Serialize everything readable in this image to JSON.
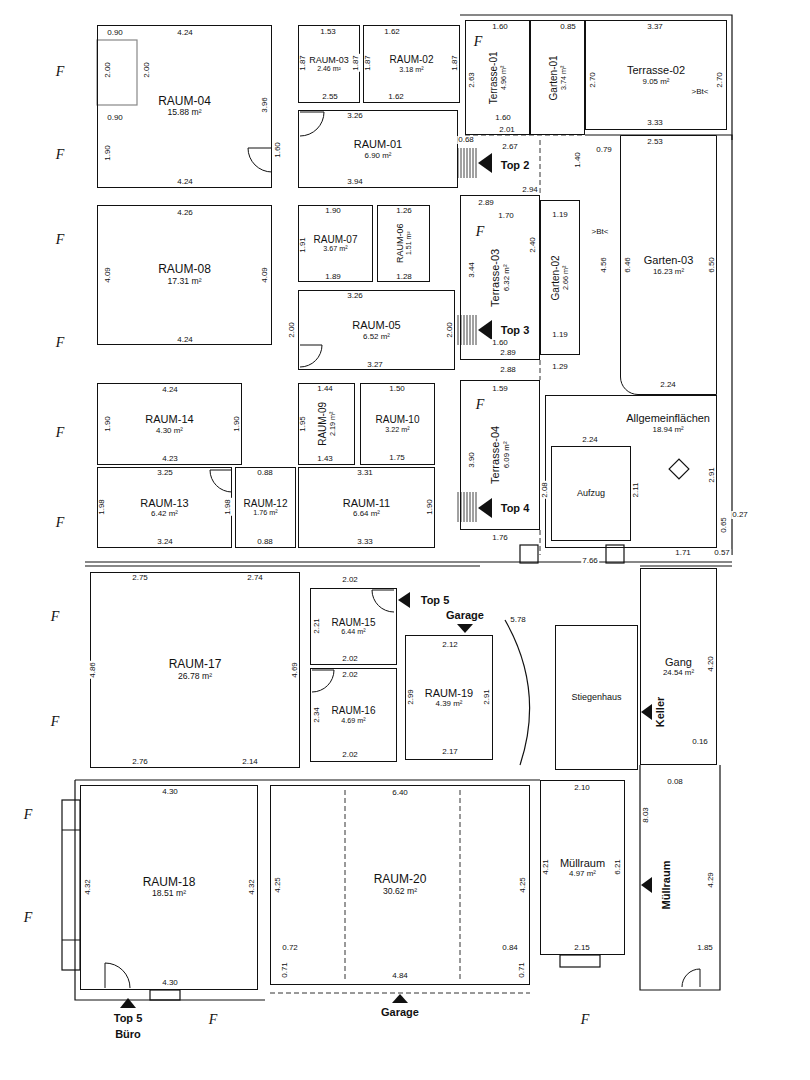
{
  "diagram": {
    "nodes": [
      {
        "text": [
          "RAUM-04",
          "15.88 m²"
        ]
      },
      {
        "text": [
          "RAUM-03",
          "2.46 m²"
        ]
      },
      {
        "text": [
          "RAUM-02",
          "3.18 m²"
        ]
      },
      {
        "text": [
          "RAUM-01",
          "6.90 m²"
        ]
      },
      {
        "text": [
          "Terrasse-01",
          "4.96 m²"
        ]
      },
      {
        "text": [
          "Garten-01",
          "3.74 m²"
        ]
      },
      {
        "text": [
          "Terrasse-02",
          "9.05 m²"
        ]
      },
      {
        "text": [
          "RAUM-08",
          "17.31 m²"
        ]
      },
      {
        "text": [
          "RAUM-07",
          "3.67 m²"
        ]
      },
      {
        "text": [
          "RAUM-06",
          "1.51 m²"
        ]
      },
      {
        "text": [
          "RAUM-05",
          "6.52 m²"
        ]
      },
      {
        "text": [
          "Terrasse-03",
          "6.32 m²"
        ]
      },
      {
        "text": [
          "Garten-02",
          "2.66 m²"
        ]
      },
      {
        "text": [
          "Garten-03",
          "16.23 m²"
        ]
      },
      {
        "text": [
          "RAUM-14",
          "4.30 m²"
        ]
      },
      {
        "text": [
          "RAUM-09",
          "2.19 m²"
        ]
      },
      {
        "text": [
          "RAUM-10",
          "3.22 m²"
        ]
      },
      {
        "text": [
          "Terrasse-04",
          "6.09 m²"
        ]
      },
      {
        "text": [
          "Allgemeinflächen",
          "18.94 m²"
        ]
      },
      {
        "text": [
          "Aufzug"
        ],
        "in": 18
      },
      {
        "text": [
          "RAUM-13",
          "6.42 m²"
        ]
      },
      {
        "text": [
          "RAUM-12",
          "1.76 m²"
        ]
      },
      {
        "text": [
          "RAUM-11",
          "6.64 m²"
        ]
      },
      {
        "text": [
          "RAUM-17",
          "26.78 m²"
        ]
      },
      {
        "text": [
          "RAUM-15",
          "6.44 m²"
        ]
      },
      {
        "text": [
          "RAUM-16",
          "4.69 m²"
        ]
      },
      {
        "text": [
          "RAUM-19",
          "4.39 m²"
        ]
      },
      {
        "text": [
          "Gang",
          "24.54 m²"
        ]
      },
      {
        "text": [
          "Stiegenhaus"
        ]
      },
      {
        "text": [
          "RAUM-18",
          "18.51 m²"
        ]
      },
      {
        "text": [
          "RAUM-20",
          "30.62 m²"
        ]
      },
      {
        "text": [
          "Müllraum",
          "4.97 m²"
        ]
      }
    ],
    "labels": [
      "0.90",
      "4.24",
      "2.00",
      "2.00",
      "0.90",
      "1.90",
      "3.96",
      "4.24",
      "1.53",
      "1.62",
      "1.87",
      "1.87",
      "1.87",
      "1.87",
      "2.55",
      "1.62",
      "3.26",
      "1.60",
      "3.94",
      "0.68",
      "1.60",
      "0.85",
      "3.37",
      "2.63",
      "2.70",
      "2.70",
      "1.60",
      "2.01",
      "2.67",
      "3.33",
      "2.53",
      "1.40",
      "0.79",
      "2.94",
      "4.26",
      "4.09",
      "4.09",
      "4.24",
      "1.90",
      "1.26",
      "1.91",
      "1.89",
      "1.28",
      "3.26",
      "2.00",
      "2.00",
      "3.27",
      "2.89",
      "1.70",
      "3.44",
      "2.40",
      "1.19",
      "1.19",
      "4.56",
      "6.46",
      "6.50",
      "1.60",
      "2.89",
      "2.88",
      "1.29",
      "2.24",
      "4.24",
      "1.90",
      "1.90",
      "4.23",
      "1.44",
      "1.50",
      "1.95",
      "1.43",
      "1.75",
      "1.59",
      "3.90",
      "2.91",
      "2.24",
      "2.08",
      "2.11",
      "3.25",
      "0.88",
      "1.98",
      "1.98",
      "3.31",
      "1.90",
      "3.24",
      "0.88",
      "3.33",
      "1.76",
      "0.27",
      "0.65",
      "1.71",
      "0.57",
      "7.66",
      "5.78",
      "2.75",
      "2.74",
      "2.02",
      "4.86",
      "4.69",
      "2.76",
      "2.14",
      "2.21",
      "2.02",
      "2.02",
      "2.34",
      "2.02",
      "2.12",
      "2.99",
      "2.91",
      "2.17",
      "4.20",
      "0.16",
      "0.08",
      "8.03",
      "4.29",
      "4.30",
      "4.32",
      "4.32",
      "4.30",
      "6.40",
      "4.25",
      "4.25",
      "0.72",
      "0.84",
      "0.71",
      "0.71",
      "4.84",
      "2.10",
      "4.21",
      "6.21",
      "2.15",
      "1.85",
      "F",
      "F",
      "F",
      "F",
      "F",
      "F",
      "F",
      "F",
      "F",
      "F",
      "F",
      "F",
      "F",
      "F",
      "F",
      "Top 2",
      "Top 3",
      "Top 4",
      "Top 5",
      "Garage",
      "Top 5",
      "Büro",
      "Garage",
      "Keller",
      "Müllraum",
      ">Bt<",
      ">Bt<"
    ]
  }
}
